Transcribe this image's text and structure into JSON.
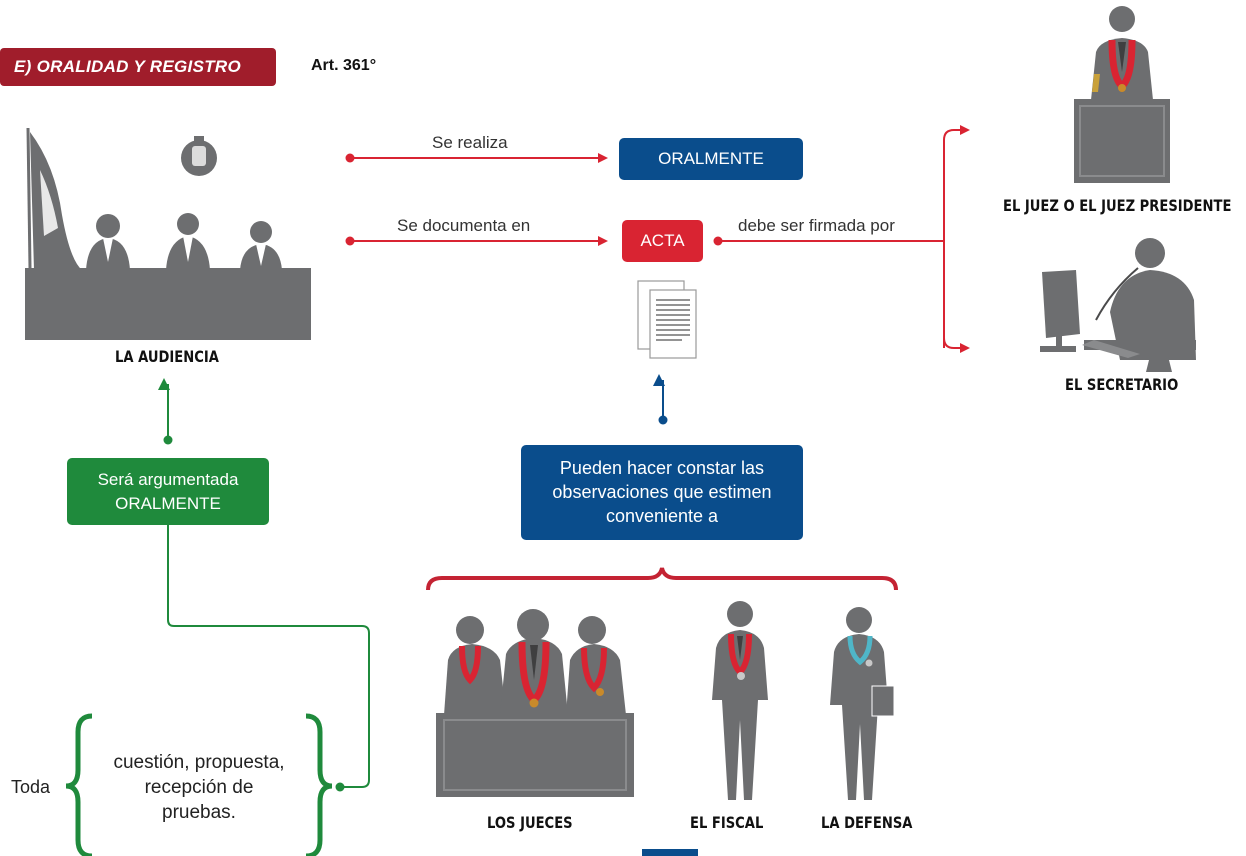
{
  "header": {
    "section_title": "E) ORALIDAD Y REGISTRO",
    "article": "Art. 361°"
  },
  "nodes": {
    "audiencia": "LA AUDIENCIA",
    "oralmente_box": "ORALMENTE",
    "acta_box": "ACTA",
    "juez": "EL JUEZ O EL JUEZ PRESIDENTE",
    "secretario": "EL SECRETARIO",
    "argumentada_line1": "Será argumentada",
    "argumentada_line2": "ORALMENTE",
    "constar_line1": "Pueden hacer constar las",
    "constar_line2": "observaciones que estimen",
    "constar_line3": "conveniente a",
    "jueces": "LOS JUECES",
    "fiscal": "EL FISCAL",
    "defensa": "LA DEFENSA"
  },
  "edges": {
    "se_realiza": "Se realiza",
    "se_documenta": "Se documenta en",
    "firmada_por": "debe ser firmada por"
  },
  "toda": {
    "label": "Toda",
    "line1": "cuestión, propuesta,",
    "line2": "recepción de",
    "line3": "pruebas."
  },
  "colors": {
    "red": "#d92432",
    "dark_red": "#a01d2b",
    "blue": "#0a4d8c",
    "green": "#1f8a3c",
    "silhouette": "#6d6e70"
  }
}
